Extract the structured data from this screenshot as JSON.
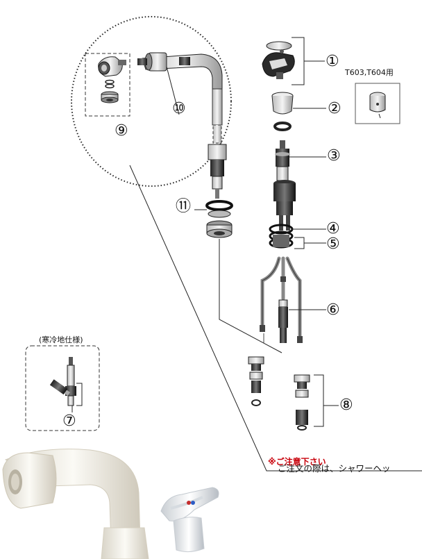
{
  "labels": {
    "n1": "①",
    "n2": "②",
    "n3": "③",
    "n4": "④",
    "n5": "⑤",
    "n6": "⑥",
    "n7": "⑦",
    "n8": "⑧",
    "n9": "⑨",
    "n10": "⑩",
    "n11": "⑪"
  },
  "model_note": "T603,T604用",
  "cold_region": "(寒冷地仕様)",
  "notice": {
    "title": "※ご注意下さい",
    "body": "ご注文の際は、シャワーヘッ"
  }
}
